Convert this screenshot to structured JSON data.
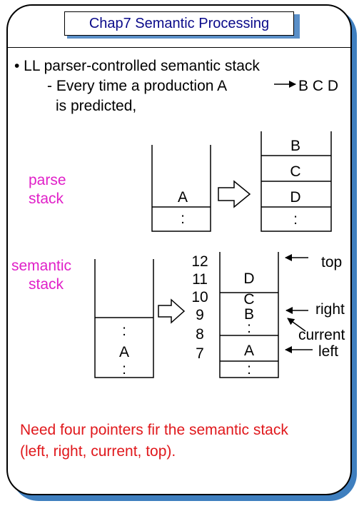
{
  "slide": {
    "title": "Chap7  Semantic Processing",
    "bullet": "• LL parser-controlled semantic stack",
    "sub_line_1": "- Every time a production A",
    "sub_line_1_rhs": "B C D",
    "sub_line_2": "is predicted,",
    "footer_line_1": "Need four pointers fir the semantic stack",
    "footer_line_2": "(left, right, current, top)."
  },
  "parse_stack": {
    "label_line_1": "parse",
    "label_line_2": "stack",
    "before": [
      "A",
      ":"
    ],
    "after": [
      "B",
      "C",
      "D",
      ":"
    ]
  },
  "semantic_stack": {
    "label_line_1": "semantic",
    "label_line_2": "stack",
    "before": [
      ":",
      "A",
      ":"
    ],
    "indices": [
      "12",
      "11",
      "10",
      "9",
      "8",
      "7"
    ],
    "after": [
      "D",
      "C",
      "B",
      ":",
      "A",
      ":"
    ]
  },
  "pointers": {
    "top": "top",
    "right": "right",
    "current": "current",
    "left": "left"
  },
  "colors": {
    "title_text": "#0a0a8a",
    "label": "#e020c8",
    "footer": "#e0181c",
    "frame_shadow": "#3f7fbf"
  }
}
